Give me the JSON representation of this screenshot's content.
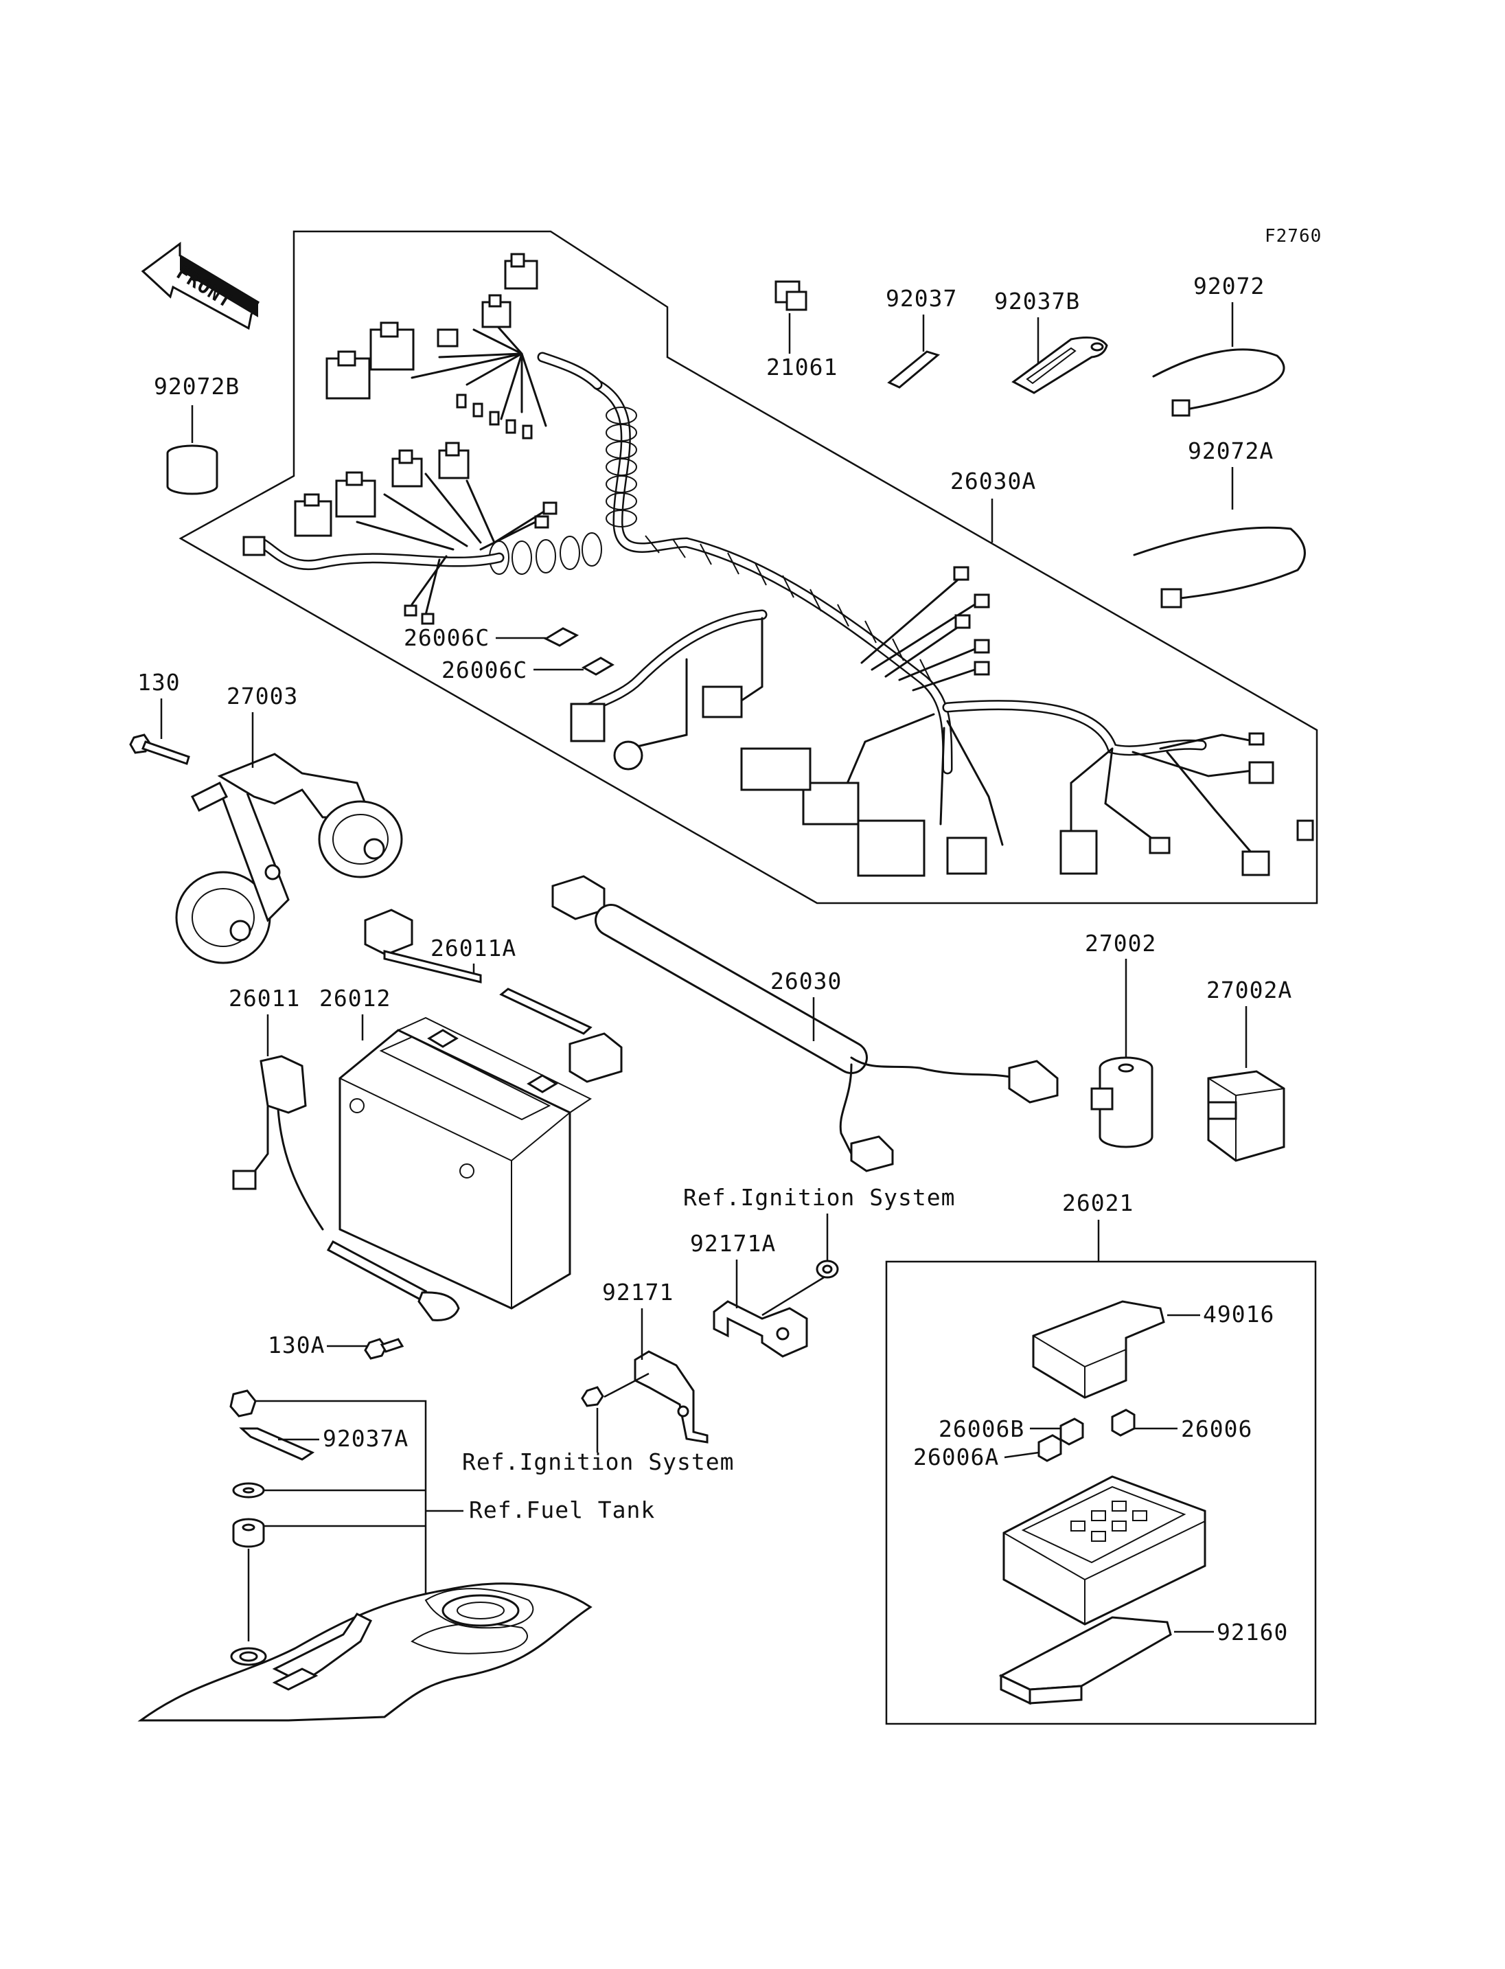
{
  "diagram_code": "F2760",
  "front_label": "FRONT",
  "parts": {
    "p92072B": "92072B",
    "p21061": "21061",
    "p92037": "92037",
    "p92037B": "92037B",
    "p92072": "92072",
    "p92072A": "92072A",
    "p26030A": "26030A",
    "p26006C_1": "26006C",
    "p26006C_2": "26006C",
    "p130": "130",
    "p27003": "27003",
    "p26011A": "26011A",
    "p26030": "26030",
    "p27002": "27002",
    "p27002A": "27002A",
    "p26011": "26011",
    "p26012": "26012",
    "p26021": "26021",
    "p49016": "49016",
    "p92171A": "92171A",
    "p92171": "92171",
    "p130A": "130A",
    "p26006B": "26006B",
    "p26006": "26006",
    "p26006A": "26006A",
    "p92037A": "92037A",
    "p92160": "92160"
  },
  "references": {
    "ignition_top": "Ref.Ignition System",
    "ignition_bottom": "Ref.Ignition System",
    "fuel_tank": "Ref.Fuel Tank"
  }
}
